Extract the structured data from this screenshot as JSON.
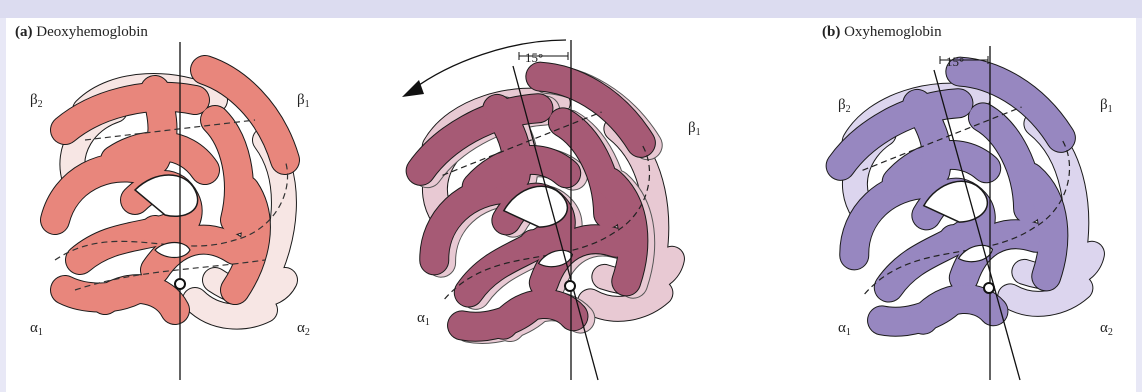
{
  "panels": {
    "a": {
      "tag": "(a)",
      "title": "Deoxyhemoglobin"
    },
    "b": {
      "tag": "(b)",
      "title": "Oxyhemoglobin"
    }
  },
  "subunits": {
    "beta2": {
      "greek": "β",
      "sub": "2"
    },
    "beta1": {
      "greek": "β",
      "sub": "1"
    },
    "alpha1": {
      "greek": "α",
      "sub": "1"
    },
    "alpha2": {
      "greek": "α",
      "sub": "2"
    }
  },
  "angle_label": "15°",
  "colors": {
    "deoxy_fill": "#e8867c",
    "deoxy_light": "#f7e6e4",
    "transition_fill": "#a65a75",
    "transition_light": "#e8c9d3",
    "oxy_fill": "#9787c0",
    "oxy_light": "#dcd5ee",
    "outline": "#1a1a1a",
    "background_band": "#dcdcf0"
  }
}
